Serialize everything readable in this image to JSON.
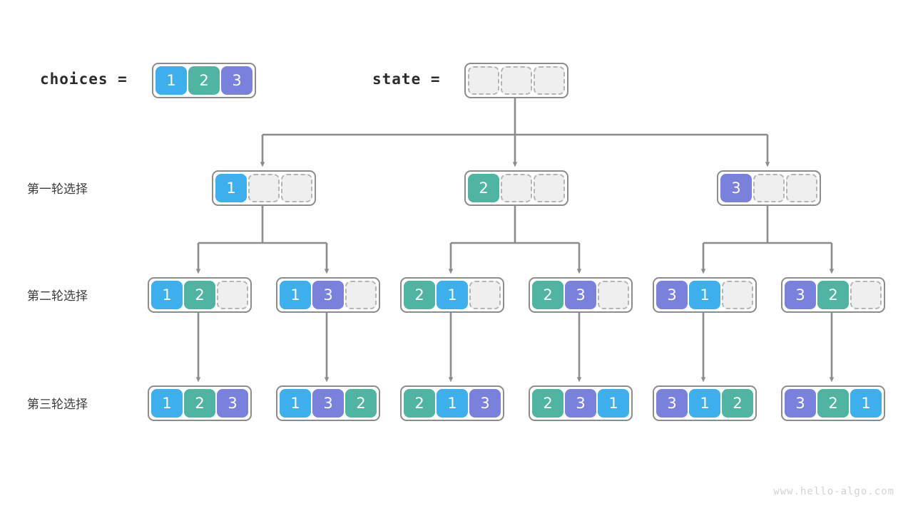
{
  "palette": {
    "blue": "#3DAFEC",
    "teal": "#4FB5A2",
    "purple": "#7A81DD",
    "empty_fill": "#EFEFEF",
    "empty_border": "#B4B4B4",
    "node_border": "#8C8C8C",
    "wire": "#8C8C8C",
    "text": "#3C3C3C",
    "watermark": "#D2D2D2"
  },
  "header": {
    "choices_label": "choices =",
    "state_label": "state ="
  },
  "row_labels": [
    "第一轮选择",
    "第二轮选择",
    "第三轮选择"
  ],
  "choices_array": [
    "1",
    "2",
    "3"
  ],
  "state_array": [
    "",
    "",
    ""
  ],
  "level1": [
    {
      "cells": [
        "1",
        "",
        ""
      ]
    },
    {
      "cells": [
        "2",
        "",
        ""
      ]
    },
    {
      "cells": [
        "3",
        "",
        ""
      ]
    }
  ],
  "level2": [
    {
      "cells": [
        "1",
        "2",
        ""
      ]
    },
    {
      "cells": [
        "1",
        "3",
        ""
      ]
    },
    {
      "cells": [
        "2",
        "1",
        ""
      ]
    },
    {
      "cells": [
        "2",
        "3",
        ""
      ]
    },
    {
      "cells": [
        "3",
        "1",
        ""
      ]
    },
    {
      "cells": [
        "3",
        "2",
        ""
      ]
    }
  ],
  "level3": [
    {
      "cells": [
        "1",
        "2",
        "3"
      ]
    },
    {
      "cells": [
        "1",
        "3",
        "2"
      ]
    },
    {
      "cells": [
        "2",
        "1",
        "3"
      ]
    },
    {
      "cells": [
        "2",
        "3",
        "1"
      ]
    },
    {
      "cells": [
        "3",
        "1",
        "2"
      ]
    },
    {
      "cells": [
        "3",
        "2",
        "1"
      ]
    }
  ],
  "watermark": "www.hello-algo.com"
}
